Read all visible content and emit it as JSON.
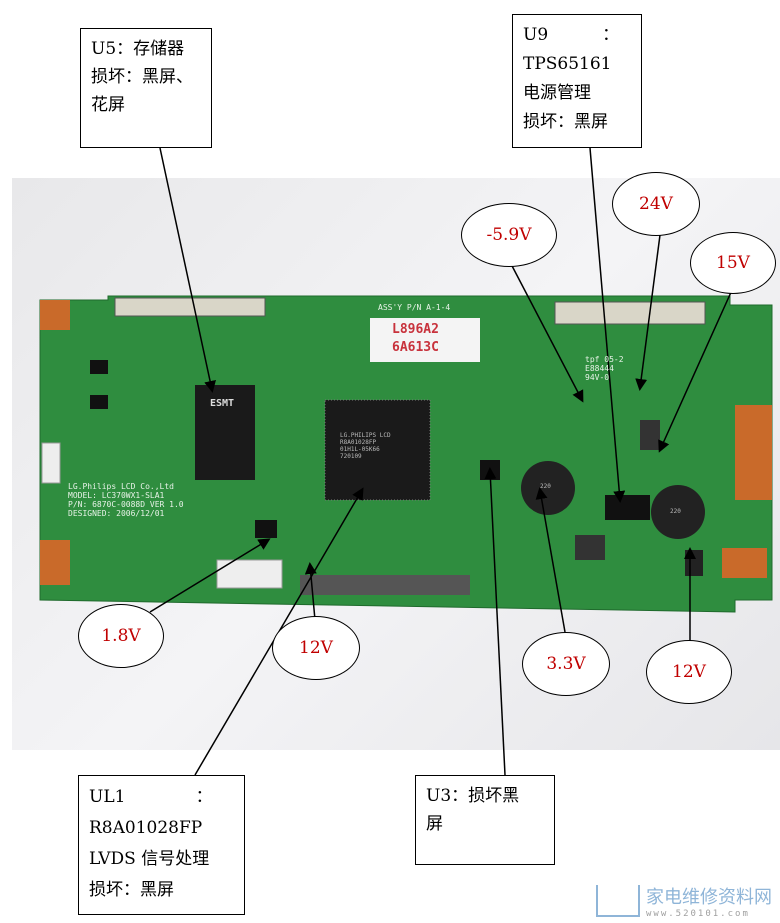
{
  "board": {
    "assy_label": "ASS'Y P/N A-1-4",
    "sticker_lines": [
      "L896A2",
      "6A613C"
    ],
    "silkscreen": [
      "LG.Philips LCD Co.,Ltd",
      "MODEL: LC370WX1-SLA1",
      "P/N: 6870C-0088D VER 1.0",
      "DESIGNED: 2006/12/01"
    ],
    "tcon_chip": [
      "LG.PHILIPS LCD",
      "R8A01028FP",
      "01H1L-05K66",
      "720109"
    ],
    "memory_chip": "ESMT",
    "ul_mark": "tpf 05-2 E88444 94V-0",
    "inductor_labels": [
      "220",
      "220"
    ]
  },
  "callouts": {
    "u5": [
      "U5：存储器",
      "损坏：黑屏、",
      "花屏"
    ],
    "u9": [
      "U9          ：",
      "TPS65161",
      "电源管理",
      "损坏：黑屏"
    ],
    "ul1": [
      "UL1             ：",
      "R8A01028FP",
      "LVDS 信号处理",
      "损坏：黑屏"
    ],
    "u3": [
      "U3：损坏黑",
      "屏"
    ]
  },
  "voltages": {
    "neg59": "-5.9V",
    "v24": "24V",
    "v15": "15V",
    "v18": "1.8V",
    "v12_left": "12V",
    "v33": "3.3V",
    "v12_right": "12V"
  },
  "watermark": {
    "title": "家电维修资料网",
    "url": "www.520101.com"
  },
  "colors": {
    "pcb": "#2e8b3e",
    "voltage_text": "#c00000"
  }
}
